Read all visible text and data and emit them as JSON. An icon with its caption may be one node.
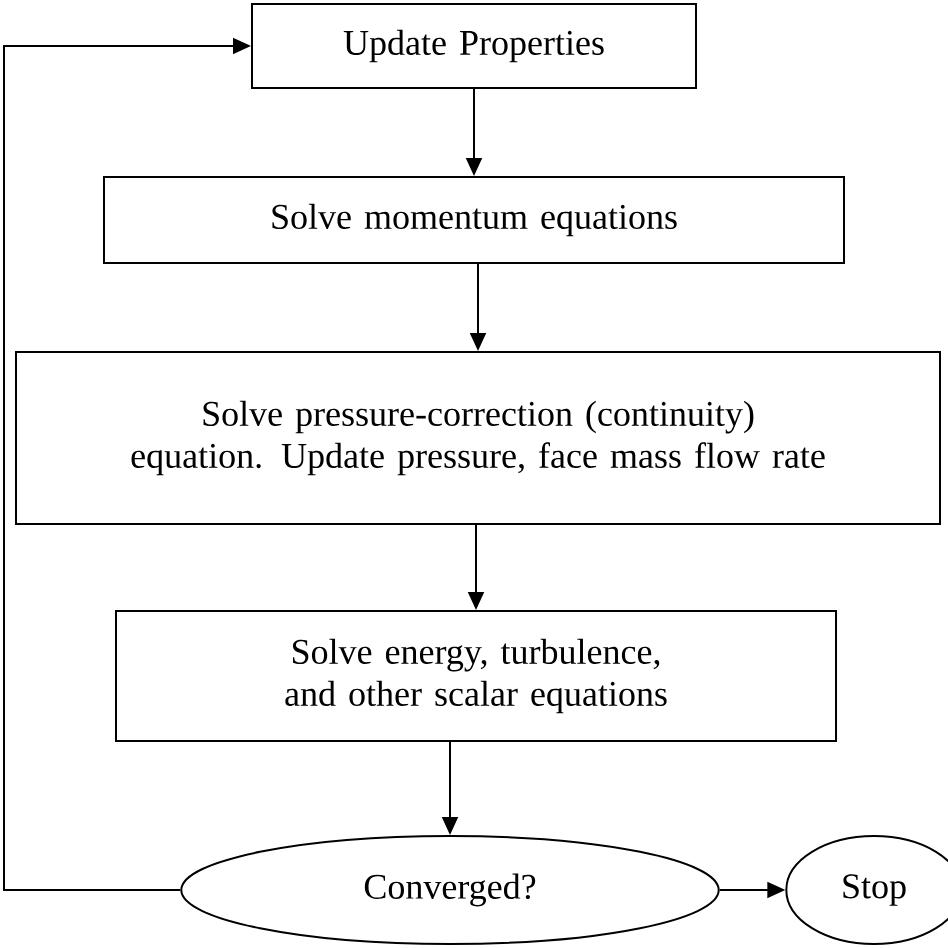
{
  "diagram": {
    "nodes": [
      {
        "text": [
          "Update Properties"
        ]
      },
      {
        "text": [
          "Solve momentum equations"
        ]
      },
      {
        "text": [
          "Solve pressure-correction (continuity) equation. Update pressure, face mass flow rate"
        ]
      },
      {
        "text": [
          "Solve energy, turbulence, and other scalar equations"
        ]
      },
      {
        "text": [
          "Converged?"
        ]
      },
      {
        "text": [
          "Stop"
        ]
      }
    ],
    "edges": [
      {
        "from": 0,
        "to": 1,
        "arrow": "to"
      },
      {
        "from": 1,
        "to": 2,
        "arrow": "to"
      },
      {
        "from": 2,
        "to": 3,
        "arrow": "to"
      },
      {
        "from": 3,
        "to": 4,
        "arrow": "to"
      },
      {
        "from": 4,
        "to": 5,
        "arrow": "to"
      },
      {
        "from": 4,
        "to": 0,
        "arrow": "to"
      }
    ]
  }
}
